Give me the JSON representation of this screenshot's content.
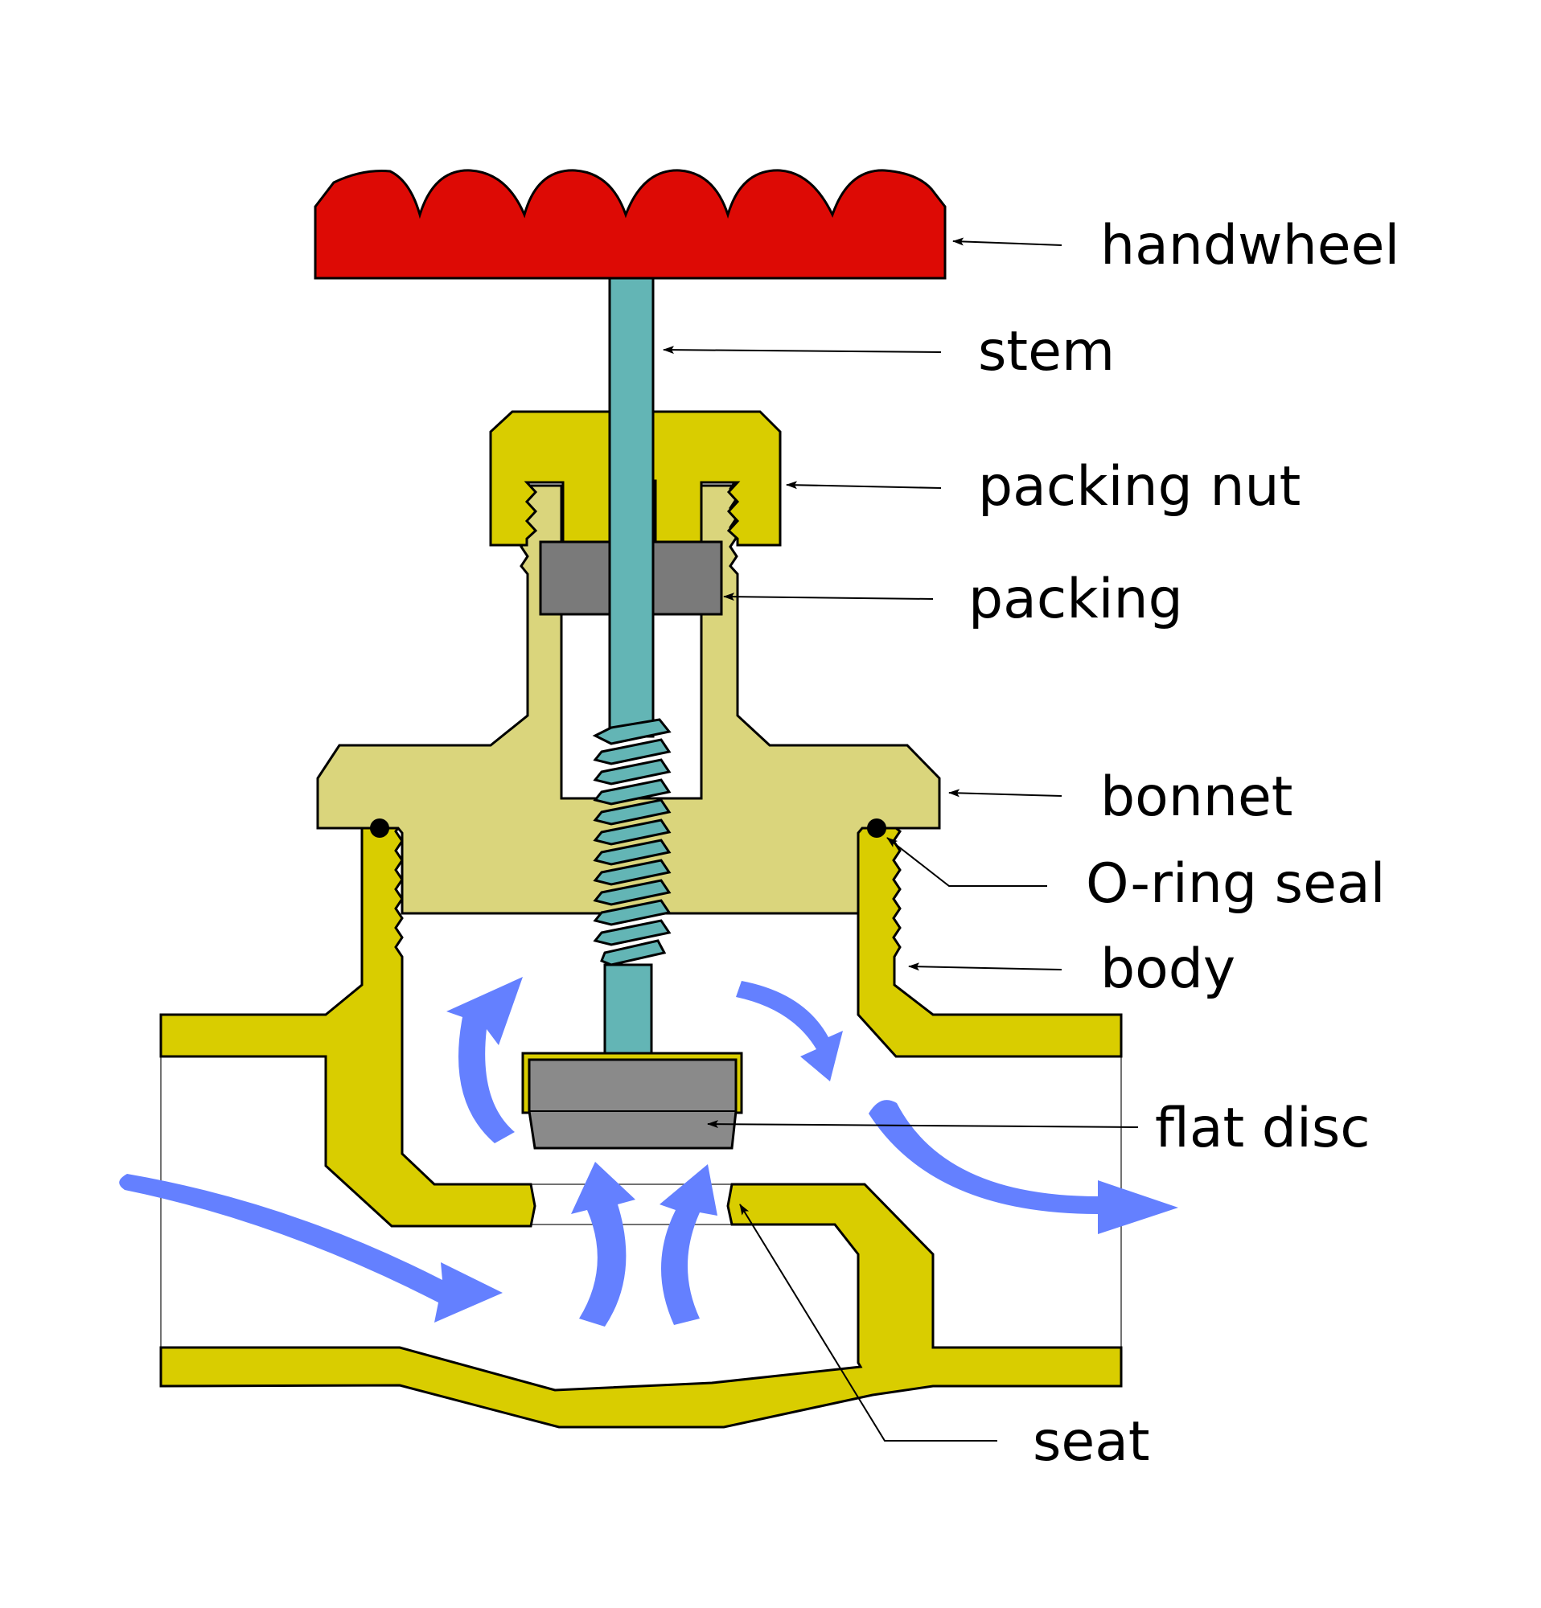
{
  "labels": {
    "handwheel": "handwheel",
    "stem": "stem",
    "packing_nut": "packing nut",
    "packing": "packing",
    "bonnet": "bonnet",
    "o_ring_seal": "O-ring seal",
    "body": "body",
    "flat_disc": "flat disc",
    "seat": "seat"
  },
  "colors": {
    "handwheel": "#dd0a05",
    "stem": "#63b5b5",
    "body": "#d9cd00",
    "bonnet": "#dad57c",
    "packing": "#7a7a7a",
    "disc": "#8a8a8a",
    "flow_arrows": "#6480ff",
    "outline": "#000000"
  }
}
